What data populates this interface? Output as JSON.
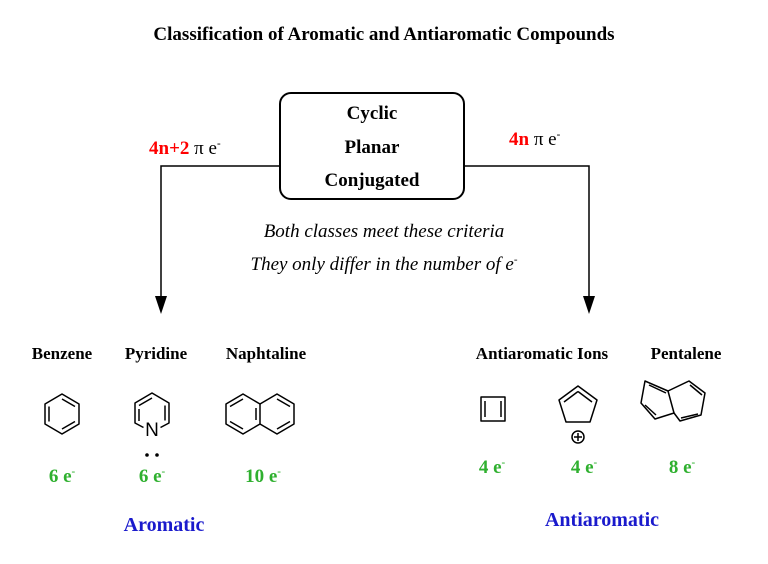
{
  "title": "Classification of Aromatic and Antiaromatic Compounds",
  "criteria": [
    "Cyclic",
    "Planar",
    "Conjugated"
  ],
  "left_rule": {
    "count": "4n+2",
    "symbol": "π e",
    "sup": "-"
  },
  "right_rule": {
    "count": "4n",
    "symbol": "π e",
    "sup": "-"
  },
  "note": {
    "line1": "Both classes meet these criteria",
    "line2": "They only differ in the number of e",
    "line2_sup": "-"
  },
  "aromatic": {
    "label": "Aromatic",
    "compounds": [
      {
        "name": "Benzene",
        "electrons": "6 e",
        "sup": "-"
      },
      {
        "name": "Pyridine",
        "electrons": "6 e",
        "sup": "-",
        "atom": "N"
      },
      {
        "name": "Naphtaline",
        "electrons": "10 e",
        "sup": "-"
      }
    ]
  },
  "antiaromatic": {
    "label": "Antiaromatic",
    "group_name": "Antiaromatic Ions",
    "compounds": [
      {
        "electrons": "4 e",
        "sup": "-"
      },
      {
        "electrons": "4 e",
        "sup": "-",
        "charge": "+"
      },
      {
        "name": "Pentalene",
        "electrons": "8 e",
        "sup": "-"
      }
    ]
  },
  "colors": {
    "rule_count": "#ff0000",
    "electrons": "#2fb02f",
    "class_label": "#1a1acc"
  }
}
